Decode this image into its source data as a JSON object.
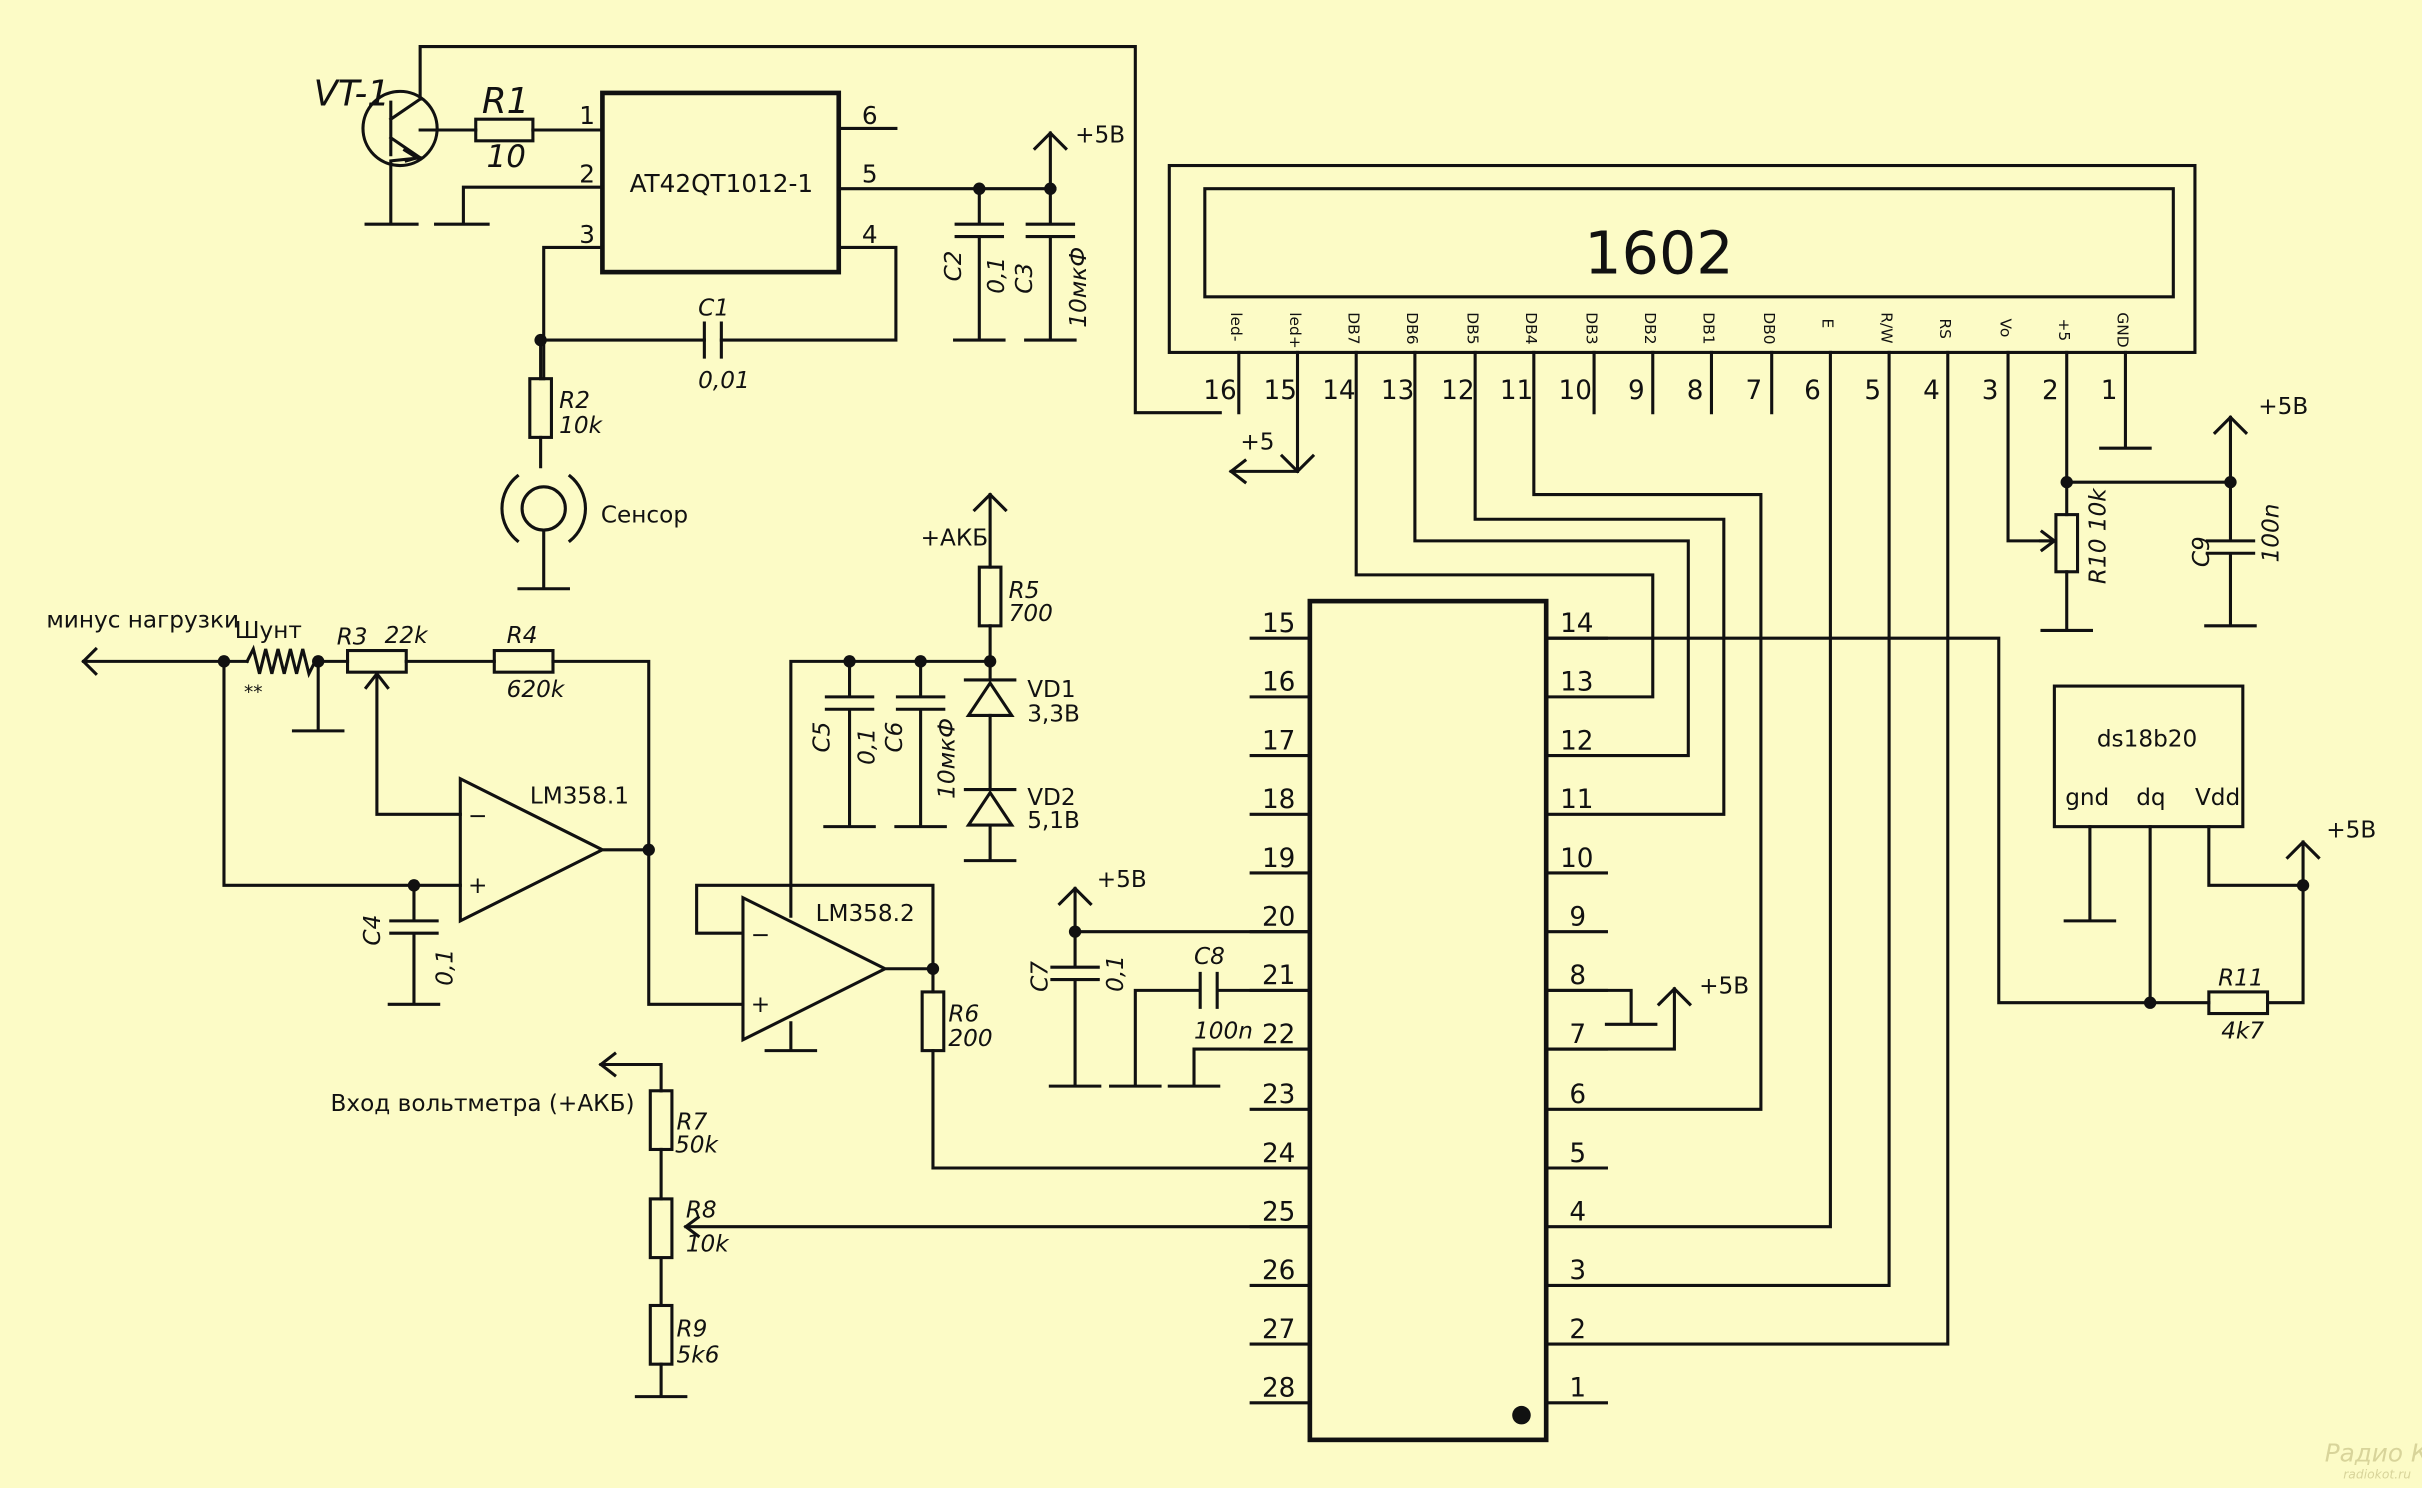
{
  "title": "",
  "background": "#fcfbc6",
  "ink": "#111111",
  "lcd": {
    "name": "1602",
    "pin_labels": [
      "led-",
      "led+",
      "DB7",
      "DB6",
      "DB5",
      "DB4",
      "DB3",
      "DB2",
      "DB1",
      "DB0",
      "E",
      "R/W",
      "RS",
      "Vo",
      "+5",
      "GND"
    ],
    "pin_numbers": [
      "16",
      "15",
      "14",
      "13",
      "12",
      "11",
      "10",
      "9",
      "8",
      "7",
      "6",
      "5",
      "4",
      "3",
      "2",
      "1"
    ]
  },
  "touch_ic": {
    "name": "AT42QT1012-1",
    "pins": [
      "1",
      "2",
      "3",
      "4",
      "5",
      "6"
    ]
  },
  "mcu": {
    "left_pins": [
      "15",
      "16",
      "17",
      "18",
      "19",
      "20",
      "21",
      "22",
      "23",
      "24",
      "25",
      "26",
      "27",
      "28"
    ],
    "right_pins": [
      "14",
      "13",
      "12",
      "11",
      "10",
      "9",
      "8",
      "7",
      "6",
      "5",
      "4",
      "3",
      "2",
      "1"
    ]
  },
  "sensor": {
    "name": "ds18b20",
    "pins": [
      "gnd",
      "dq",
      "Vdd"
    ]
  },
  "transistor": {
    "name": "VT-1"
  },
  "opamps": {
    "op1": "LM358.1",
    "op2": "LM358.2"
  },
  "resistors": {
    "r1": {
      "name": "R1",
      "value": "10"
    },
    "r2": {
      "name": "R2",
      "value": "10k"
    },
    "r3": {
      "name": "R3",
      "value": "22k"
    },
    "r4": {
      "name": "R4",
      "value": "620k"
    },
    "r5": {
      "name": "R5",
      "value": "700"
    },
    "r6": {
      "name": "R6",
      "value": "200"
    },
    "r7": {
      "name": "R7",
      "value": "50k"
    },
    "r8": {
      "name": "R8",
      "value": "10k"
    },
    "r9": {
      "name": "R9",
      "value": "5k6"
    },
    "r10": {
      "name": "R10",
      "value": "10k"
    },
    "r11": {
      "name": "R11",
      "value": "4k7"
    }
  },
  "capacitors": {
    "c1": {
      "name": "C1",
      "value": "0,01"
    },
    "c2": {
      "name": "C2",
      "value": "0,1"
    },
    "c3": {
      "name": "C3",
      "value": "10мкФ"
    },
    "c4": {
      "name": "C4",
      "value": "0,1"
    },
    "c5": {
      "name": "C5",
      "value": "0,1"
    },
    "c6": {
      "name": "C6",
      "value": "10мкФ"
    },
    "c7": {
      "name": "C7",
      "value": "0,1"
    },
    "c8": {
      "name": "C8",
      "value": "100n"
    },
    "c9": {
      "name": "C9",
      "value": "100n"
    }
  },
  "diodes": {
    "vd1": {
      "name": "VD1",
      "value": "3,3В"
    },
    "vd2": {
      "name": "VD2",
      "value": "5,1В"
    }
  },
  "labels": {
    "plus5v": "+5В",
    "plus5": "+5",
    "plus_akb": "+АКБ",
    "sensor_pad": "Сенсор",
    "load_minus": "минус нагрузки",
    "shunt": "Шунт",
    "shunt_mark": "**",
    "voltmeter_in": "Вход вольтметра  (+АКБ)"
  },
  "watermark": {
    "line1": "Радио КОТ",
    "line2": "radiokot.ru"
  }
}
